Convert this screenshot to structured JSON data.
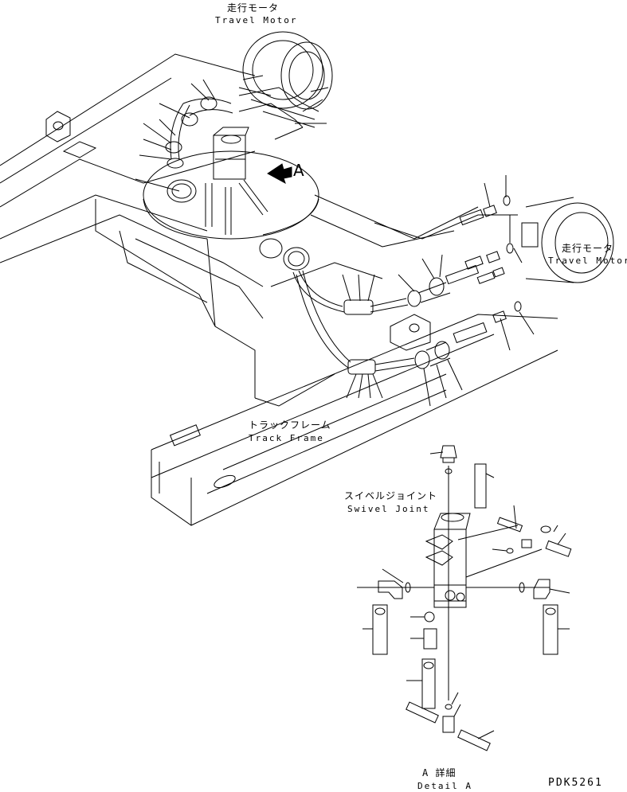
{
  "labels": {
    "travel_motor_top_jp": "走行モータ",
    "travel_motor_top_en": "Travel Motor",
    "travel_motor_right_jp": "走行モータ",
    "travel_motor_right_en": "Travel Motor",
    "track_frame_jp": "トラックフレーム",
    "track_frame_en": "Track Frame",
    "swivel_joint_jp": "スイベルジョイント",
    "swivel_joint_en": "Swivel Joint",
    "view_arrow_letter": "A",
    "detail_jp": "A 詳細",
    "detail_en": "Detail A",
    "drawing_code": "PDK5261"
  },
  "colors": {
    "line": "#000000",
    "paper": "#ffffff"
  }
}
